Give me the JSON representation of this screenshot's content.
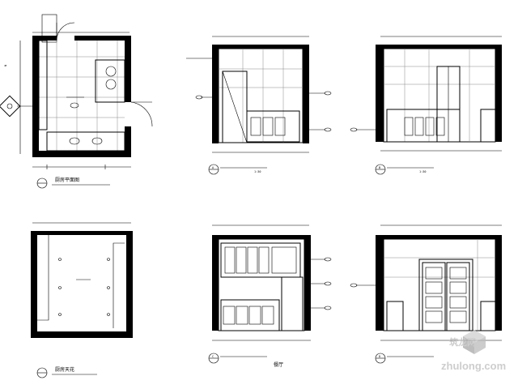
{
  "drawings": {
    "kitchen_plan": {
      "title": "厨房平面图",
      "scale": ""
    },
    "kitchen_ceiling": {
      "title": "厨房天花",
      "scale": ""
    },
    "elevation_a": {
      "marker": "A",
      "scale": "1:30"
    },
    "elevation_b": {
      "marker": "B",
      "scale": "1:30"
    },
    "elevation_c": {
      "marker": "C",
      "caption": "餐厅",
      "scale": ""
    },
    "elevation_d": {
      "marker": "D",
      "scale": ""
    }
  },
  "watermark": {
    "brand": "zhulong.com",
    "cn": "筑龙网"
  }
}
